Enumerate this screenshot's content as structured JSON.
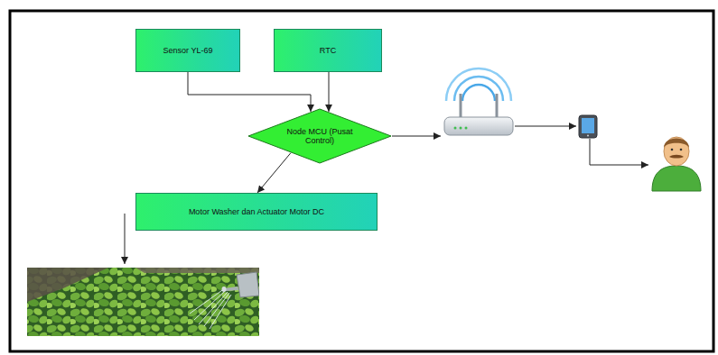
{
  "diagram": {
    "nodes": [
      {
        "text": [
          "Sensor YL-69"
        ]
      },
      {
        "text": [
          "RTC"
        ]
      },
      {
        "text": [
          "Node MCU (Pusat Control)"
        ]
      },
      {
        "text": [
          "Motor Washer dan Actuator Motor DC"
        ]
      }
    ],
    "edges": [
      {
        "from": 0,
        "to": 2,
        "arrow": "to"
      },
      {
        "from": 1,
        "to": 2,
        "arrow": "to"
      },
      {
        "from": 2,
        "to": 3,
        "arrow": "to"
      }
    ]
  }
}
